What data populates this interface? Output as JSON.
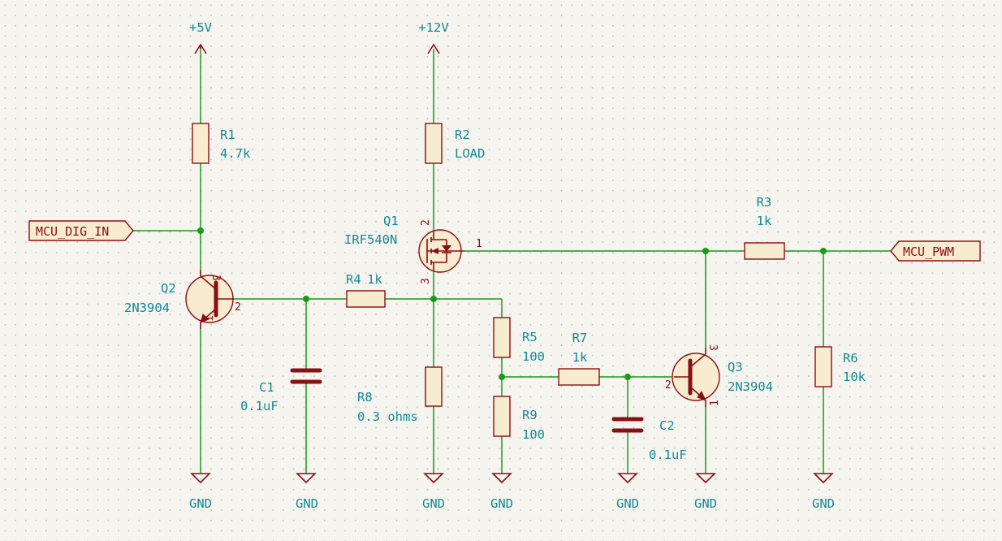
{
  "power": {
    "v5": "+5V",
    "v12": "+12V"
  },
  "ground_label": "GND",
  "nets": {
    "dig_in": "MCU_DIG_IN",
    "pwm": "MCU_PWM"
  },
  "components": {
    "R1": {
      "ref": "R1",
      "value": "4.7k"
    },
    "R2": {
      "ref": "R2",
      "value": "LOAD"
    },
    "R3": {
      "ref": "R3",
      "value": "1k"
    },
    "R4": {
      "ref": "R4",
      "value": "1k"
    },
    "R5": {
      "ref": "R5",
      "value": "100"
    },
    "R6": {
      "ref": "R6",
      "value": "10k"
    },
    "R7": {
      "ref": "R7",
      "value": "1k"
    },
    "R8": {
      "ref": "R8",
      "value": "0.3 ohms"
    },
    "R9": {
      "ref": "R9",
      "value": "100"
    },
    "C1": {
      "ref": "C1",
      "value": "0.1uF"
    },
    "C2": {
      "ref": "C2",
      "value": "0.1uF"
    },
    "Q1": {
      "ref": "Q1",
      "value": "IRF540N"
    },
    "Q2": {
      "ref": "Q2",
      "value": "2N3904"
    },
    "Q3": {
      "ref": "Q3",
      "value": "2N3904"
    }
  },
  "pins": {
    "p1": "1",
    "p2": "2",
    "p3": "3"
  }
}
